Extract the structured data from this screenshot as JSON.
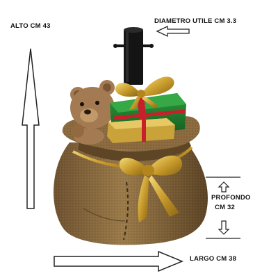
{
  "labels": {
    "height": "ALTO CM 43",
    "diameter": "DIAMETRO UTILE CM 3.3",
    "depth_line1": "PROFONDO",
    "depth_line2": "CM 32",
    "width": "LARGO CM 38"
  },
  "colors": {
    "sack": "#8a6a3e",
    "sack_dark": "#5e4526",
    "ribbon_gold": "#d4b03e",
    "gift_green": "#1f7a2e",
    "gift_red": "#c8202a",
    "teddy_bear": "#a37a52",
    "pole": "#111111",
    "arrow_outline": "#222222"
  },
  "icons": [
    "arrow-up-icon",
    "arrow-down-icon",
    "arrow-left-icon",
    "arrow-right-icon"
  ]
}
